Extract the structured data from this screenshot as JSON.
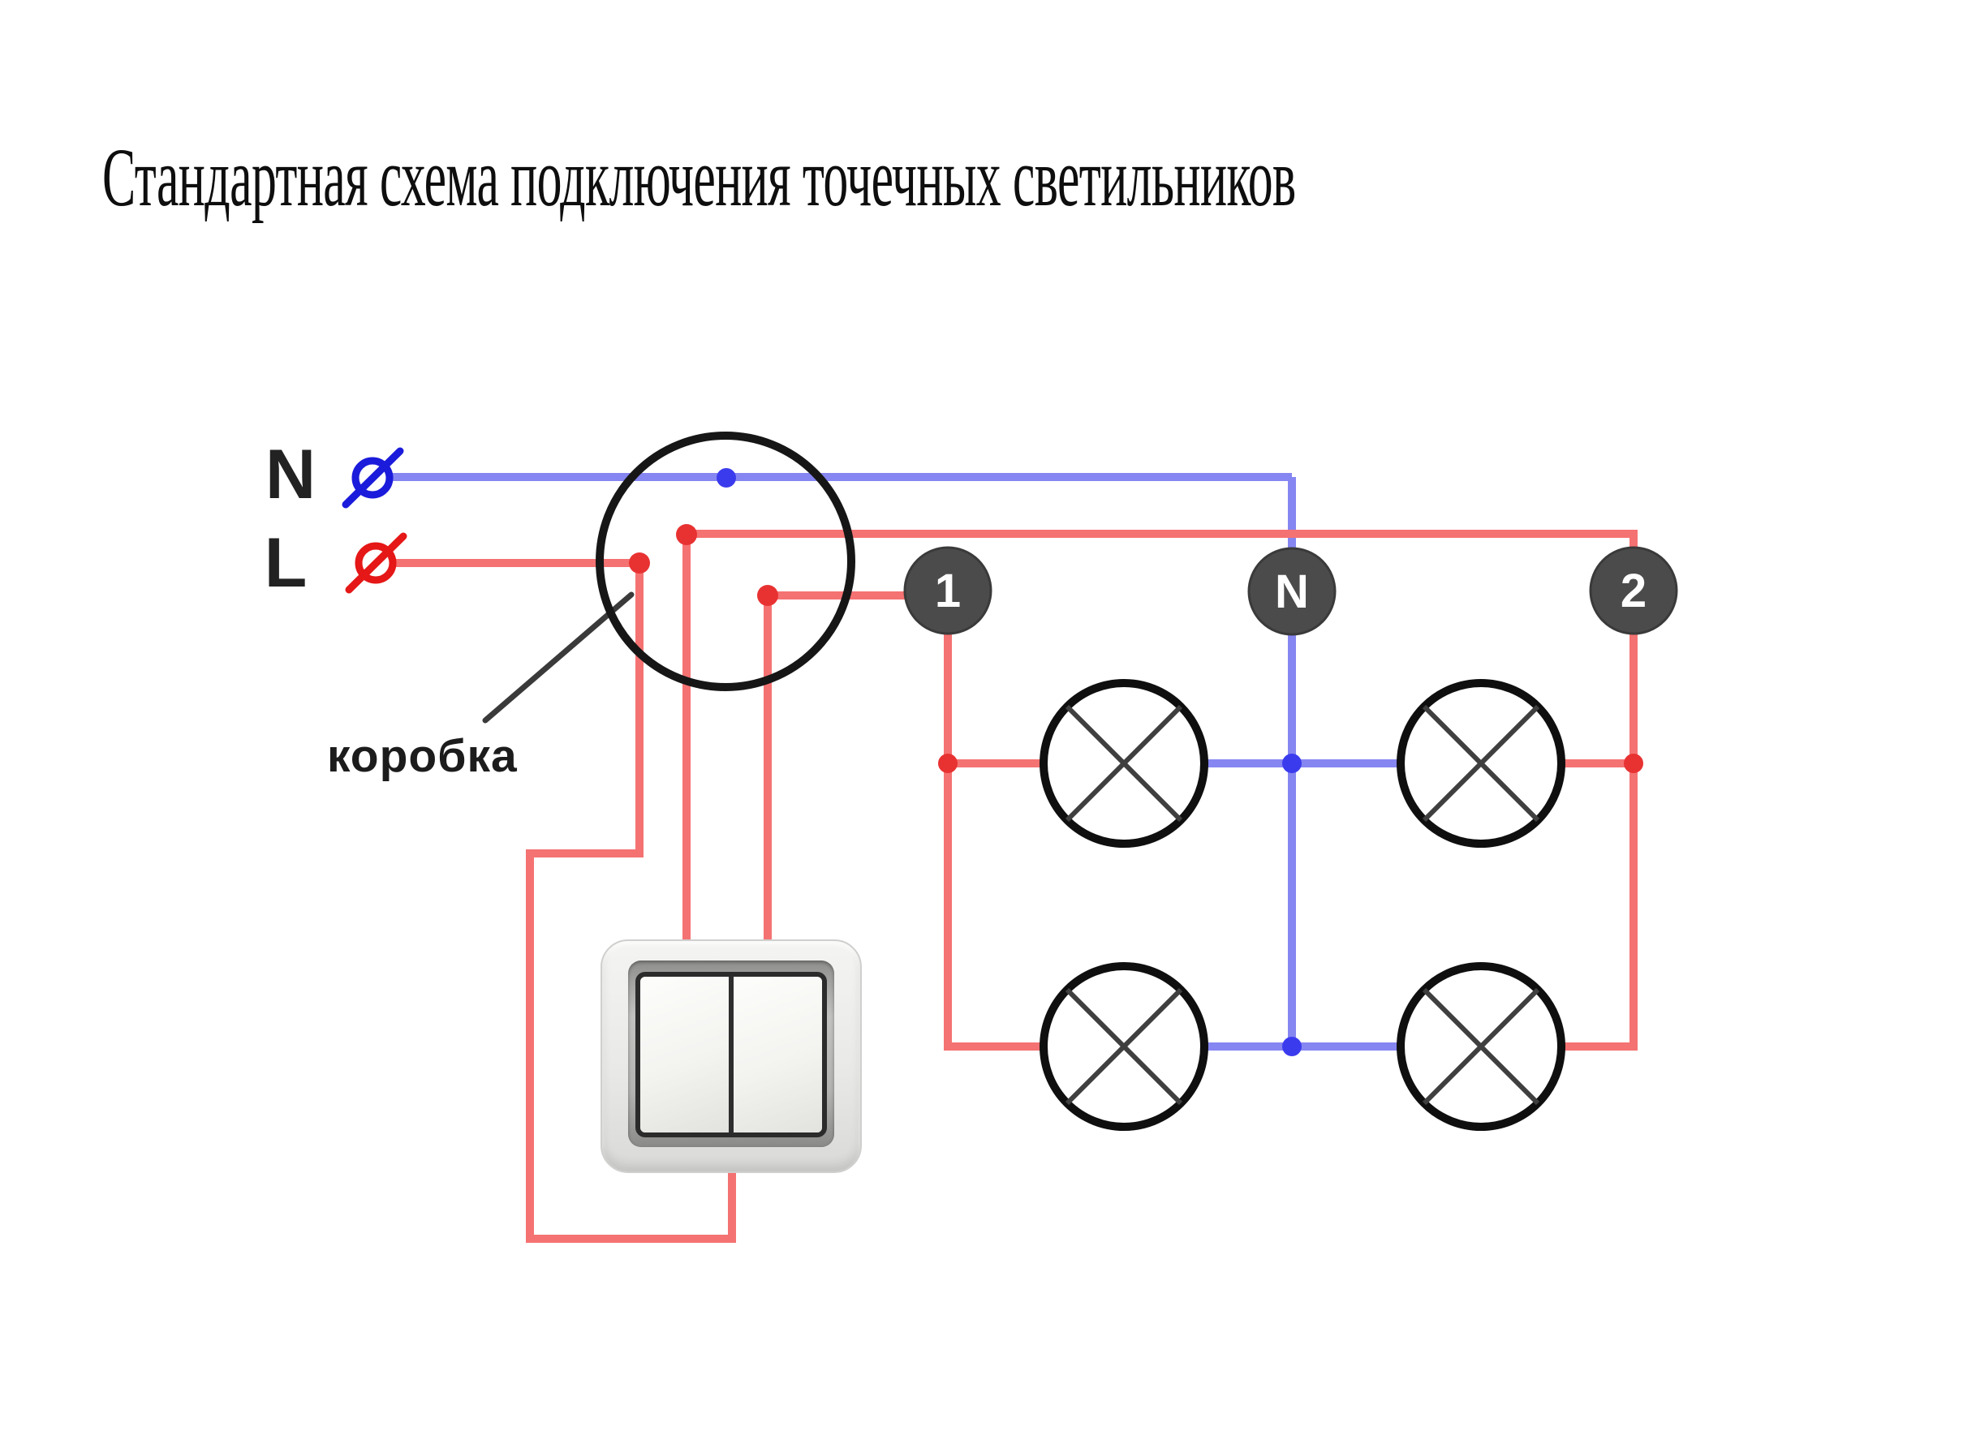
{
  "header": {
    "title": "Стандартная схема подключения точечных светильников"
  },
  "supply": {
    "neutral_label": "N",
    "line_label": "L"
  },
  "junction_box": {
    "label": "коробка"
  },
  "badges": {
    "terminal_1": "1",
    "terminal_n": "N",
    "terminal_2": "2"
  },
  "lamps": {
    "count": 4,
    "symbol": "circle-with-diagonal-cross"
  },
  "switch": {
    "type": "two-gang-rocker-switch",
    "gangs": 2
  },
  "colors": {
    "neutral_wire_blue": "#8686f2",
    "neutral_dot_blue": "#3b3bee",
    "neutral_terminal_blue": "#1b1bdb",
    "line_wire_red": "#f57272",
    "line_dot_red": "#e83232",
    "line_terminal_red": "#e51717",
    "outline_black": "#161616",
    "badge_fill": "#4b4b4b",
    "badge_text": "#ffffff"
  }
}
